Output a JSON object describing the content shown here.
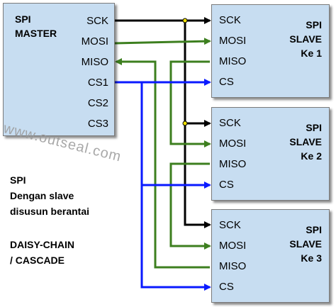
{
  "master": {
    "title_line1": "SPI",
    "title_line2": "MASTER",
    "pins": [
      "SCK",
      "MOSI",
      "MISO",
      "CS1",
      "CS2",
      "CS3"
    ]
  },
  "slaves": [
    {
      "title_line1": "SPI",
      "title_line2": "SLAVE",
      "title_line3": "Ke 1",
      "pins": [
        "SCK",
        "MOSI",
        "MISO",
        "CS"
      ]
    },
    {
      "title_line1": "SPI",
      "title_line2": "SLAVE",
      "title_line3": "Ke 2",
      "pins": [
        "SCK",
        "MOSI",
        "MISO",
        "CS"
      ]
    },
    {
      "title_line1": "SPI",
      "title_line2": "SLAVE",
      "title_line3": "Ke 3",
      "pins": [
        "SCK",
        "MOSI",
        "MISO",
        "CS"
      ]
    }
  ],
  "watermark": "www.outseal.com",
  "notes": {
    "line1": "SPI",
    "line2": "Dengan slave",
    "line3": "disusun berantai",
    "line4": "DAISY-CHAIN",
    "line5": "/ CASCADE"
  },
  "colors": {
    "box_fill": "#c7ddf1",
    "sck_wire": "#000000",
    "data_wire": "#3d7f1f",
    "cs_wire": "#0a1aff",
    "junction": "#f0e000"
  }
}
